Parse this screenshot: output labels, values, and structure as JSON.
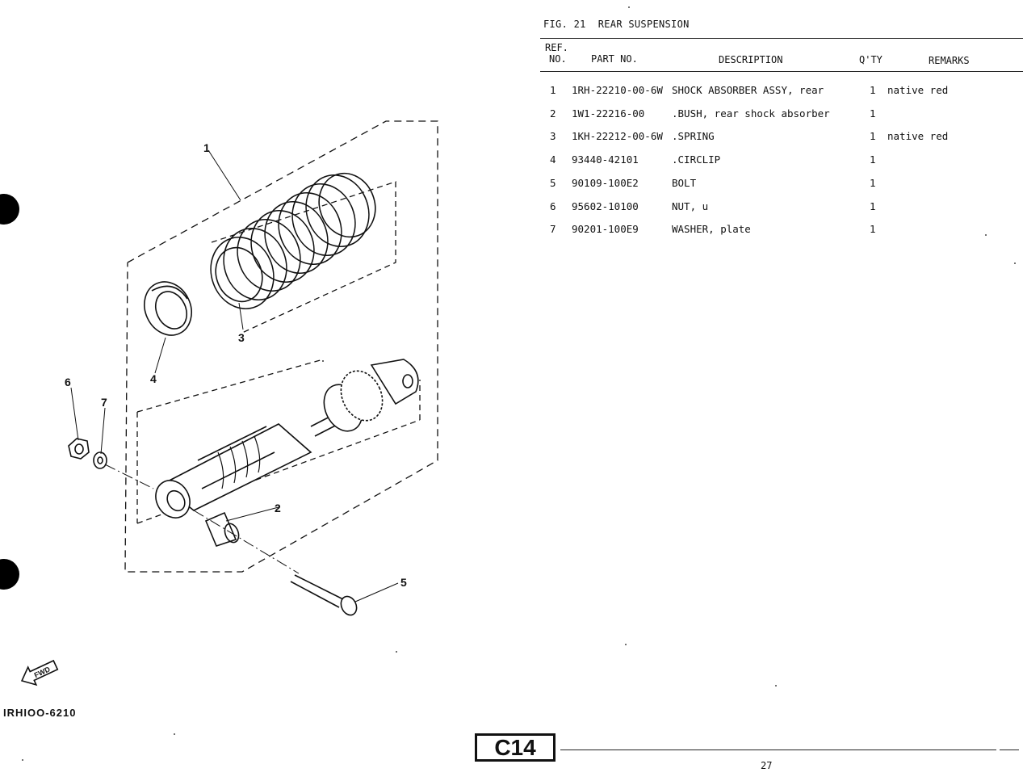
{
  "figure": {
    "number": "FIG. 21",
    "title": "REAR SUSPENSION"
  },
  "table": {
    "headers": {
      "ref_no_line1": "REF.",
      "ref_no_line2": "NO.",
      "part_no": "PART NO.",
      "description": "DESCRIPTION",
      "qty": "Q'TY",
      "remarks": "REMARKS"
    },
    "rows": [
      {
        "ref": "1",
        "part_no": "1RH-22210-00-6W",
        "description": "SHOCK ABSORBER ASSY, rear",
        "qty": "1",
        "remarks": "native red"
      },
      {
        "ref": "2",
        "part_no": "1W1-22216-00",
        "description": ".BUSH, rear shock absorber",
        "qty": "1",
        "remarks": ""
      },
      {
        "ref": "3",
        "part_no": "1KH-22212-00-6W",
        "description": ".SPRING",
        "qty": "1",
        "remarks": "native red"
      },
      {
        "ref": "4",
        "part_no": "93440-42101",
        "description": ".CIRCLIP",
        "qty": "1",
        "remarks": ""
      },
      {
        "ref": "5",
        "part_no": "90109-100E2",
        "description": "BOLT",
        "qty": "1",
        "remarks": ""
      },
      {
        "ref": "6",
        "part_no": "95602-10100",
        "description": "NUT, u",
        "qty": "1",
        "remarks": ""
      },
      {
        "ref": "7",
        "part_no": "90201-100E9",
        "description": "WASHER, plate",
        "qty": "1",
        "remarks": ""
      }
    ]
  },
  "callouts": [
    "1",
    "2",
    "3",
    "4",
    "5",
    "6",
    "7"
  ],
  "fwd_label": "FWD",
  "diagram_code": "IRHIOO-6210",
  "section": "C14",
  "page_number": "27"
}
